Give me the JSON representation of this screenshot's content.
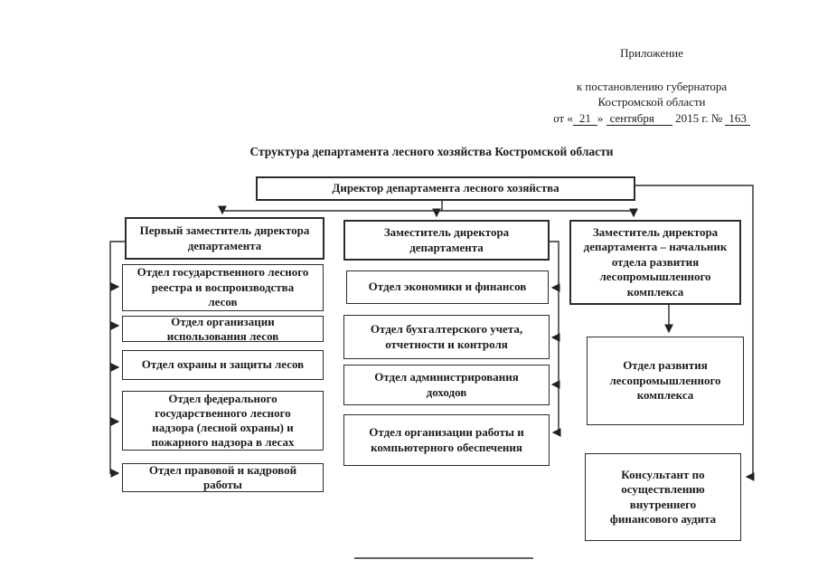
{
  "header_note": {
    "line1": "Приложение",
    "line2": "к постановлению губернатора",
    "line3": "Костромской области",
    "date": {
      "prefix": "от «",
      "day": "21",
      "close": "»",
      "month": "сентября",
      "year": "2015 г. №",
      "number": "163"
    }
  },
  "title": "Структура департамента лесного хозяйства Костромской области",
  "org": {
    "director": "Директор департамента лесного хозяйства",
    "columns": [
      {
        "head": "Первый заместитель директора\nдепартамента",
        "items": [
          "Отдел государственного лесного\nреестра и воспроизводства\nлесов",
          "Отдел организации\nиспользования лесов",
          "Отдел охраны и защиты лесов",
          "Отдел федерального\nгосударственного лесного\nнадзора (лесной охраны) и\nпожарного надзора в лесах",
          "Отдел правовой и кадровой\nработы"
        ]
      },
      {
        "head": "Заместитель директора\nдепартамента",
        "items": [
          "Отдел экономики и финансов",
          "Отдел бухгалтерского учета,\nотчетности и контроля",
          "Отдел администрирования\nдоходов",
          "Отдел организации работы и\nкомпьютерного обеспечения"
        ]
      },
      {
        "head": "Заместитель директора\nдепартамента – начальник\nотдела развития\nлесопромышленного\nкомплекса",
        "items": [
          "Отдел развития\nлесопромышленного\nкомплекса",
          "Консультант по\nосуществлению\nвнутреннего\nфинансового аудита"
        ]
      }
    ]
  }
}
